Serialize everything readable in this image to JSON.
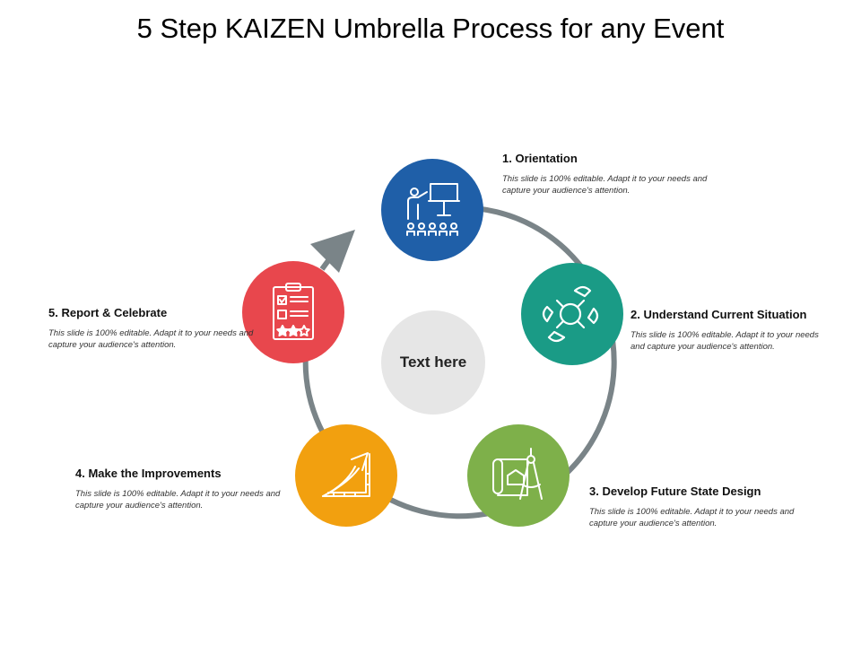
{
  "title": "5 Step KAIZEN Umbrella Process for any Event",
  "center": {
    "label": "Text here",
    "color": "#e6e6e6"
  },
  "ring_color": "#7a8488",
  "steps": [
    {
      "title": "1. Orientation",
      "description": "This slide is 100% editable. Adapt it to your needs and capture your audience's attention.",
      "color": "#1f5fa8",
      "icon": "presentation-audience-icon"
    },
    {
      "title": "2. Understand Current Situation",
      "description": "This slide is 100% editable. Adapt it to your needs and capture your audience's attention.",
      "color": "#1a9b86",
      "icon": "table-chairs-icon"
    },
    {
      "title": "3. Develop Future State Design",
      "description": "This slide is 100% editable. Adapt it to your needs and capture your audience's attention.",
      "color": "#7eb04a",
      "icon": "blueprint-compass-icon"
    },
    {
      "title": "4. Make the Improvements",
      "description": "This slide is 100% editable. Adapt it to your needs and capture your audience's attention.",
      "color": "#f2a00f",
      "icon": "growth-arrow-icon"
    },
    {
      "title": "5. Report & Celebrate",
      "description": "This slide is 100% editable. Adapt it to your needs and capture your audience's attention.",
      "color": "#e8474d",
      "icon": "clipboard-rating-icon"
    }
  ]
}
